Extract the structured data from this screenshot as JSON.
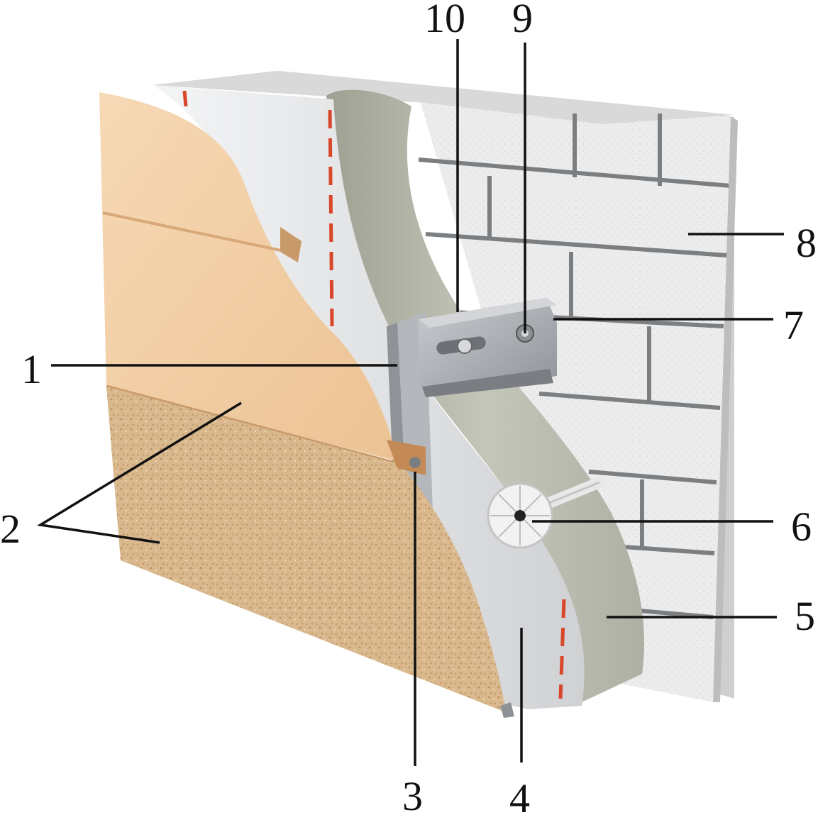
{
  "callouts": [
    {
      "id": "1",
      "label": "1"
    },
    {
      "id": "2",
      "label": "2"
    },
    {
      "id": "3",
      "label": "3"
    },
    {
      "id": "4",
      "label": "4"
    },
    {
      "id": "5",
      "label": "5"
    },
    {
      "id": "6",
      "label": "6"
    },
    {
      "id": "7",
      "label": "7"
    },
    {
      "id": "8",
      "label": "8"
    },
    {
      "id": "9",
      "label": "9"
    },
    {
      "id": "10",
      "label": "10"
    }
  ],
  "colors": {
    "siding_panel": "#f3cfa7",
    "plaster_finish": "#d9b88d",
    "membrane": "#e4e5e7",
    "insulation": "#b9bbae",
    "brick": "#e9e9e9",
    "bracket_metal": "#a8abaf",
    "red_dashes": "#d9472b"
  }
}
